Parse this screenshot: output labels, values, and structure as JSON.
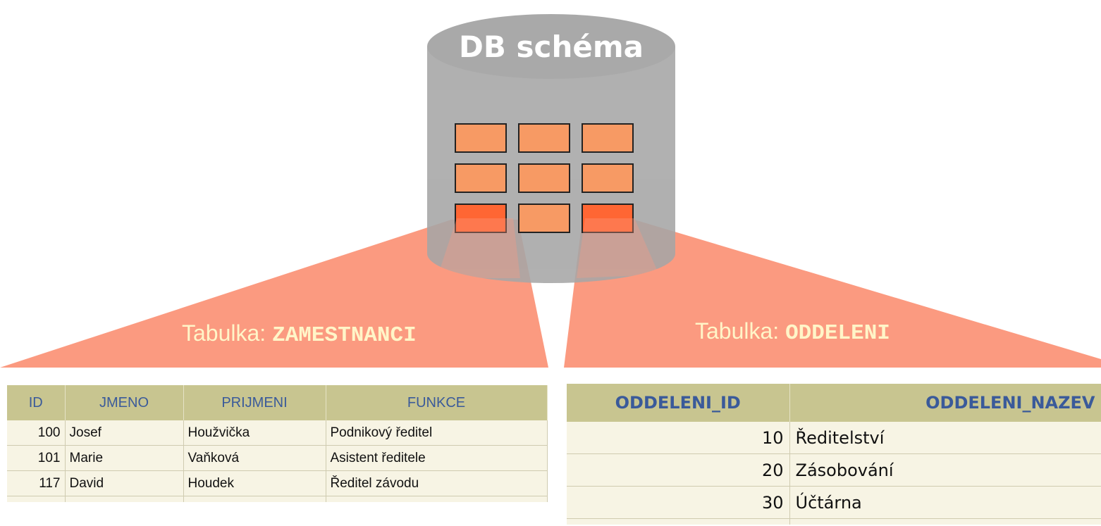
{
  "db": {
    "title": "DB schéma"
  },
  "callouts": {
    "left": {
      "prefix": "Tabulka: ",
      "name": "ZAMESTNANCI"
    },
    "right": {
      "prefix": "Tabulka: ",
      "name": "ODDELENI"
    }
  },
  "colors": {
    "cylinder": "#a6a6a6",
    "cell": "#f79a64",
    "cell_highlight": "#ff6633",
    "callout": "#fb9a80",
    "header": "#c8c590",
    "row": "#f7f4e4"
  },
  "zamestnanci": {
    "headers": [
      "ID",
      "JMENO",
      "PRIJMENI",
      "FUNKCE"
    ],
    "rows": [
      [
        "100",
        "Josef",
        "Houžvička",
        "Podnikový ředitel"
      ],
      [
        "101",
        "Marie",
        "Vaňková",
        "Asistent ředitele"
      ],
      [
        "117",
        "David",
        "Houdek",
        "Ředitel závodu"
      ]
    ]
  },
  "oddeleni": {
    "headers": [
      "ODDELENI_ID",
      "ODDELENI_NAZEV"
    ],
    "rows": [
      [
        "10",
        "Ředitelství"
      ],
      [
        "20",
        "Zásobování"
      ],
      [
        "30",
        "Účtárna"
      ]
    ]
  }
}
